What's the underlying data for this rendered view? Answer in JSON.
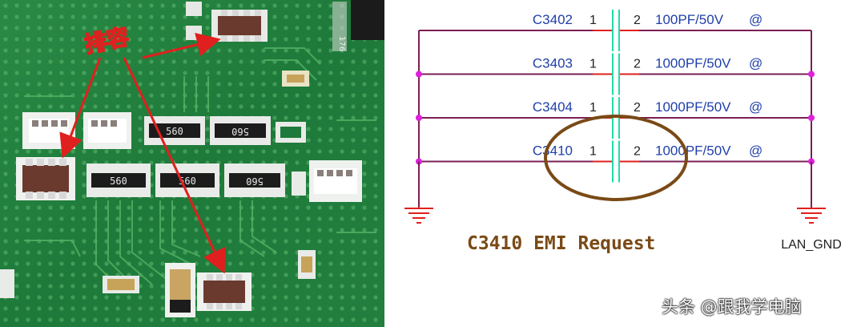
{
  "photo": {
    "annotation_label": "排容",
    "chip_labels": [
      "560",
      "560",
      "560",
      "560",
      "560"
    ],
    "ic_marking": "176"
  },
  "schematic": {
    "rows": [
      {
        "ref": "C3402",
        "pin1": "1",
        "pin2": "2",
        "value": "100PF/50V",
        "mark": "@"
      },
      {
        "ref": "C3403",
        "pin1": "1",
        "pin2": "2",
        "value": "1000PF/50V",
        "mark": "@"
      },
      {
        "ref": "C3404",
        "pin1": "1",
        "pin2": "2",
        "value": "1000PF/50V",
        "mark": "@"
      },
      {
        "ref": "C3410",
        "pin1": "1",
        "pin2": "2",
        "value": "1000PF/50V",
        "mark": "@"
      }
    ],
    "caption": "C3410 EMI Request",
    "ground_label": "LAN_GND"
  },
  "watermark": "头条 @跟我学电脑",
  "colors": {
    "wire": "#7a1f55",
    "junction": "#e020e0",
    "pin_stub": "#e0201e",
    "cap_plate": "#22d9a8",
    "label_blue": "#1f3fa8",
    "ground": "#e0201e",
    "highlight_ellipse": "#7a4a16",
    "caption": "#7a4a16",
    "pcb_green": "#1f7a3c",
    "arrow": "#e0201e"
  }
}
